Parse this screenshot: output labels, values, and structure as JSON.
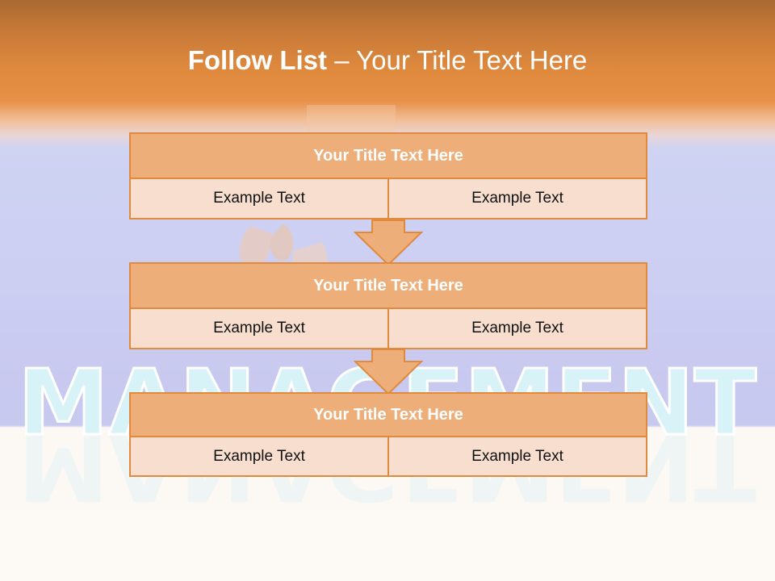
{
  "slide": {
    "title_bold": "Follow List",
    "title_rest": " – Your Title Text Here"
  },
  "background_watermark": "MANAGEMENT",
  "blocks": [
    {
      "title": "Your Title Text Here",
      "left": "Example Text",
      "right": "Example Text"
    },
    {
      "title": "Your Title Text Here",
      "left": "Example Text",
      "right": "Example Text"
    },
    {
      "title": "Your Title Text Here",
      "left": "Example Text",
      "right": "Example Text"
    }
  ],
  "colors": {
    "accent": "#e08a3e",
    "block_title_fill": "#eeae79",
    "block_cell_fill": "#f8dece",
    "sky": "#cdd0f3"
  }
}
